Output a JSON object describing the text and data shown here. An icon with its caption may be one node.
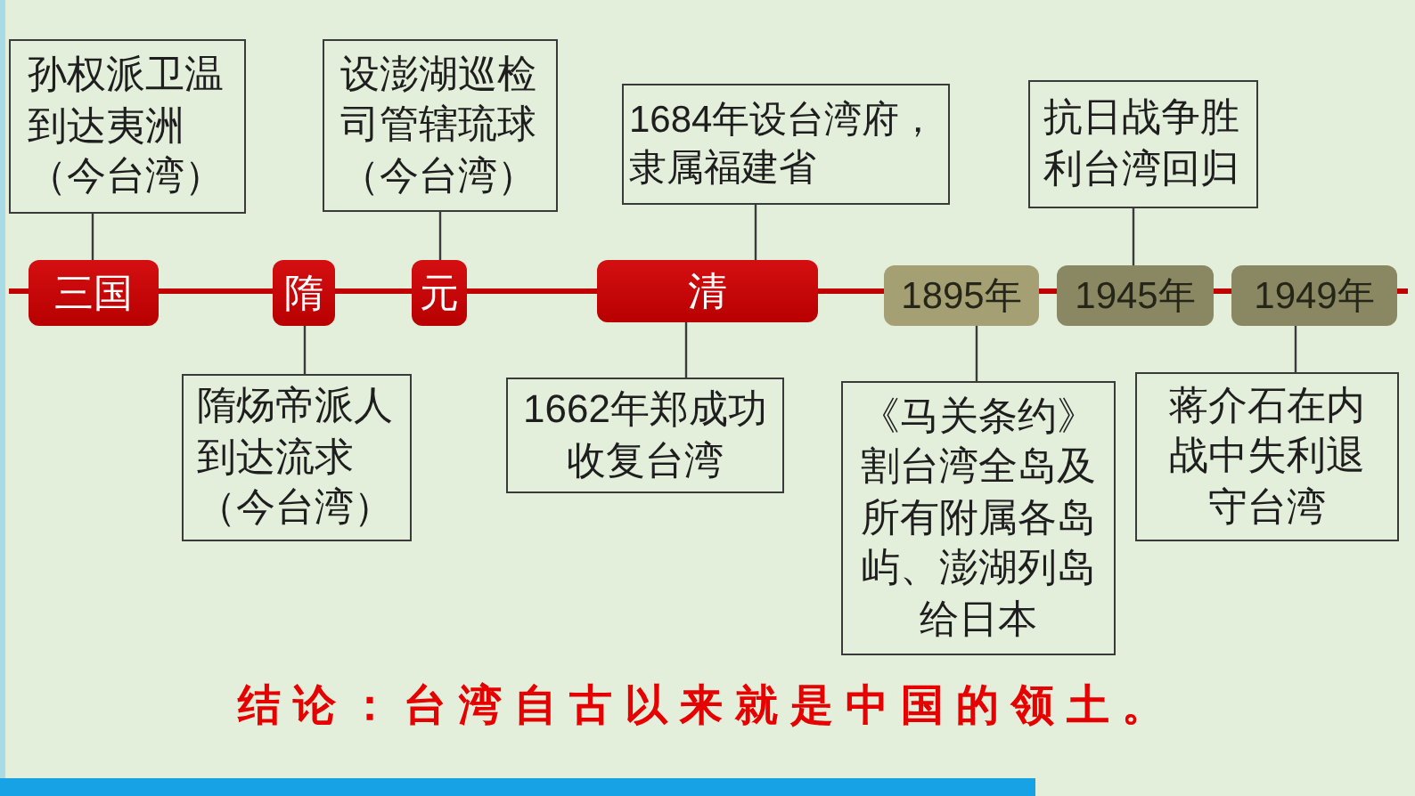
{
  "diagram": {
    "nodes": [
      {
        "text": [
          "孙权派卫温到达夷洲（今台湾）"
        ]
      },
      {
        "text": [
          "设澎湖巡检司管辖琉球（今台湾）"
        ]
      },
      {
        "text": [
          "1684年设台湾府，隶属福建省"
        ]
      },
      {
        "text": [
          "抗日战争胜利台湾回归"
        ]
      },
      {
        "text": [
          "三国"
        ]
      },
      {
        "text": [
          "隋"
        ]
      },
      {
        "text": [
          "元"
        ]
      },
      {
        "text": [
          "清"
        ]
      },
      {
        "text": [
          "1895年"
        ]
      },
      {
        "text": [
          "1945年"
        ]
      },
      {
        "text": [
          "1949年"
        ]
      },
      {
        "text": [
          "隋炀帝派人到达流求（今台湾）"
        ]
      },
      {
        "text": [
          "1662年郑成功收复台湾"
        ]
      },
      {
        "text": [
          "《马关条约》割台湾全岛及所有附属各岛屿、澎湖列岛给日本"
        ]
      },
      {
        "text": [
          "蒋介石在内战中失利退守台湾"
        ]
      }
    ],
    "edges": [
      {
        "from": 0,
        "to": 4,
        "arrow": "none"
      },
      {
        "from": 1,
        "to": 6,
        "arrow": "none"
      },
      {
        "from": 2,
        "to": 7,
        "arrow": "none"
      },
      {
        "from": 3,
        "to": 9,
        "arrow": "none"
      },
      {
        "from": 5,
        "to": 11,
        "arrow": "none"
      },
      {
        "from": 7,
        "to": 12,
        "arrow": "none"
      },
      {
        "from": 8,
        "to": 13,
        "arrow": "none"
      },
      {
        "from": 10,
        "to": 14,
        "arrow": "none"
      }
    ],
    "labels": [
      "结论：台湾自古以来就是中国的领土。"
    ]
  }
}
